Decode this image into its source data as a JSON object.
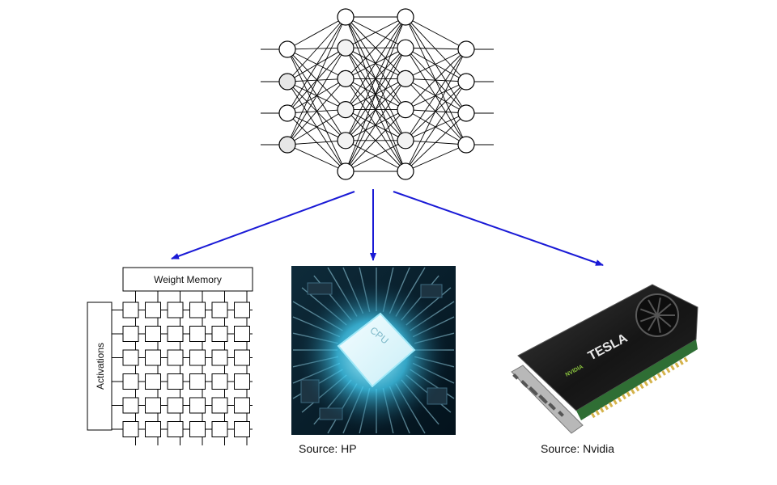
{
  "colors": {
    "arrow": "#1a1ad6",
    "input_node_fill": "#e6e6e6",
    "node_stroke": "#000000"
  },
  "network": {
    "layers": [
      4,
      6,
      6,
      4
    ]
  },
  "systolic_array": {
    "weight_memory_label": "Weight Memory",
    "activations_label": "Activations",
    "rows": 6,
    "cols": 6
  },
  "cpu_image": {
    "chip_text": "CPU",
    "caption": "Source: HP"
  },
  "gpu_image": {
    "brand_text": "NVIDIA",
    "model_text": "TESLA",
    "caption": "Source: Nvidia"
  }
}
